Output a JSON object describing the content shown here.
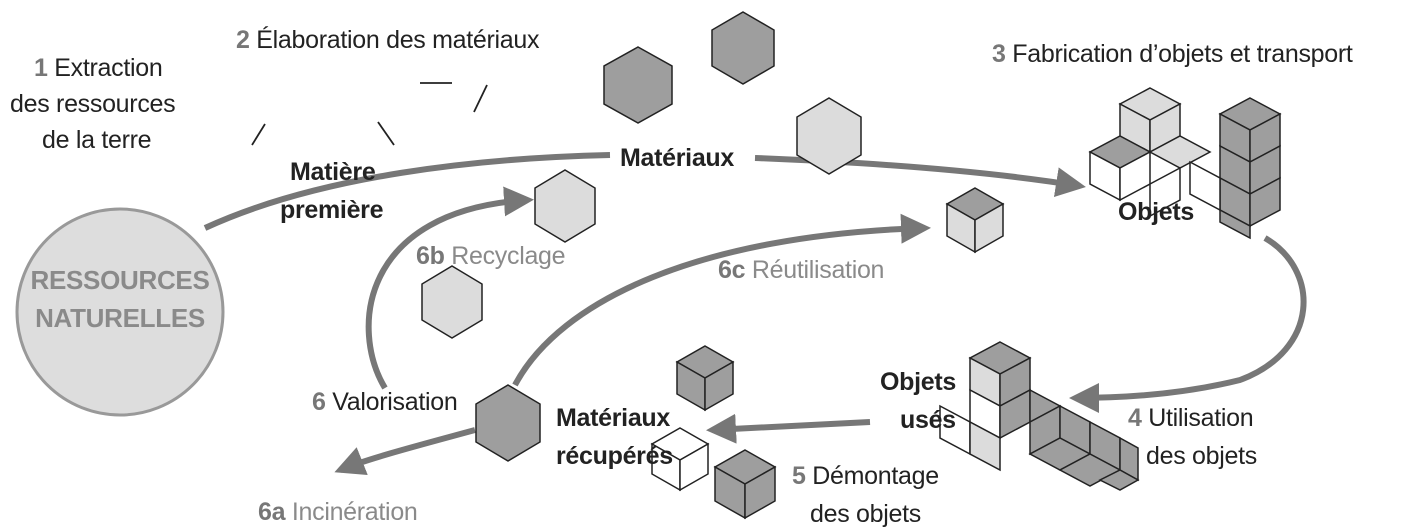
{
  "steps": {
    "s1": {
      "num": "1",
      "line1": "Extraction",
      "line2": "des ressources",
      "line3": "de la terre"
    },
    "s2": {
      "num": "2",
      "text": "Élaboration des matériaux"
    },
    "s3": {
      "num": "3",
      "text": "Fabrication d’objets et transport"
    },
    "s4": {
      "num": "4",
      "line1": "Utilisation",
      "line2": "des objets"
    },
    "s5": {
      "num": "5",
      "line1": "Démontage",
      "line2": "des objets"
    },
    "s6": {
      "num": "6",
      "text": "Valorisation"
    },
    "s6a": {
      "num": "6a",
      "text": "Incinération"
    },
    "s6b": {
      "num": "6b",
      "text": "Recyclage"
    },
    "s6c": {
      "num": "6c",
      "text": "Réutilisation"
    }
  },
  "nodes": {
    "ressources": {
      "line1": "RESSOURCES",
      "line2": "NATURELLES"
    },
    "matiere": {
      "line1": "Matière",
      "line2": "première"
    },
    "materiaux": "Matériaux",
    "objets": "Objets",
    "objets_uses": {
      "line1": "Objets",
      "line2": "usés"
    },
    "materiaux_recuperes": {
      "line1": "Matériaux",
      "line2": "récupérés"
    }
  },
  "colors": {
    "arrow": "#777777",
    "circle_fill": "#dddddd",
    "circle_stroke": "#999999",
    "hex_dark": "#9e9e9e",
    "hex_light": "#dcdcdc",
    "label_grey": "#8a8a8a"
  }
}
